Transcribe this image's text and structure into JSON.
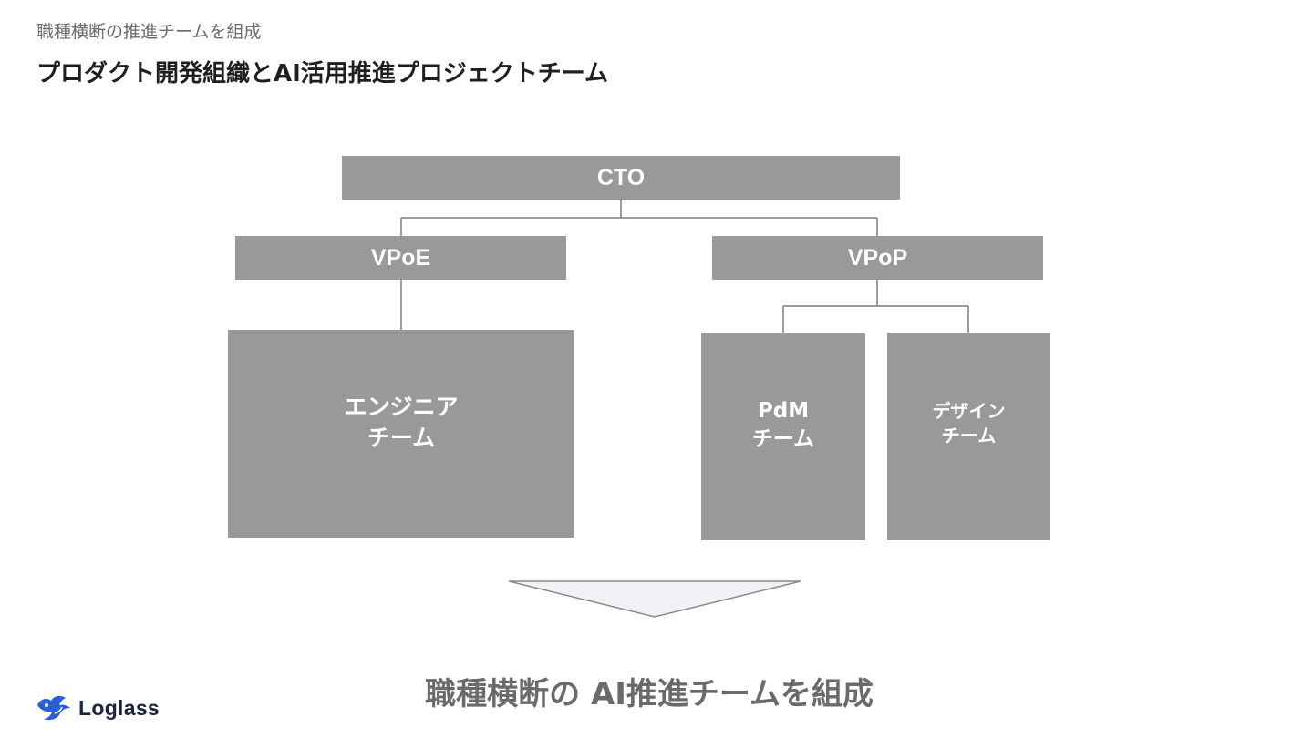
{
  "header": {
    "subtitle": "職種横断の推進チームを組成",
    "title": "プロダクト開発組織とAI活用推進プロジェクトチーム"
  },
  "org_chart": {
    "cto": "CTO",
    "vpoe": "VPoE",
    "vpop": "VPoP",
    "teams": {
      "engineering": {
        "line1": "エンジニア",
        "line2": "チーム"
      },
      "pdm": {
        "line1": "PdM",
        "line2": "チーム"
      },
      "design": {
        "line1": "デザイン",
        "line2": "チーム"
      }
    }
  },
  "conclusion": "職種横断の AI推進チームを組成",
  "logo": {
    "text": "Loglass",
    "icon": "bird-logo-icon"
  },
  "colors": {
    "box_fill": "#999999",
    "connector": "#7a7a7a",
    "arrow_fill": "#f1f1f6",
    "conclusion_text": "#6a6a6a",
    "logo_blue": "#2b5fd9"
  }
}
